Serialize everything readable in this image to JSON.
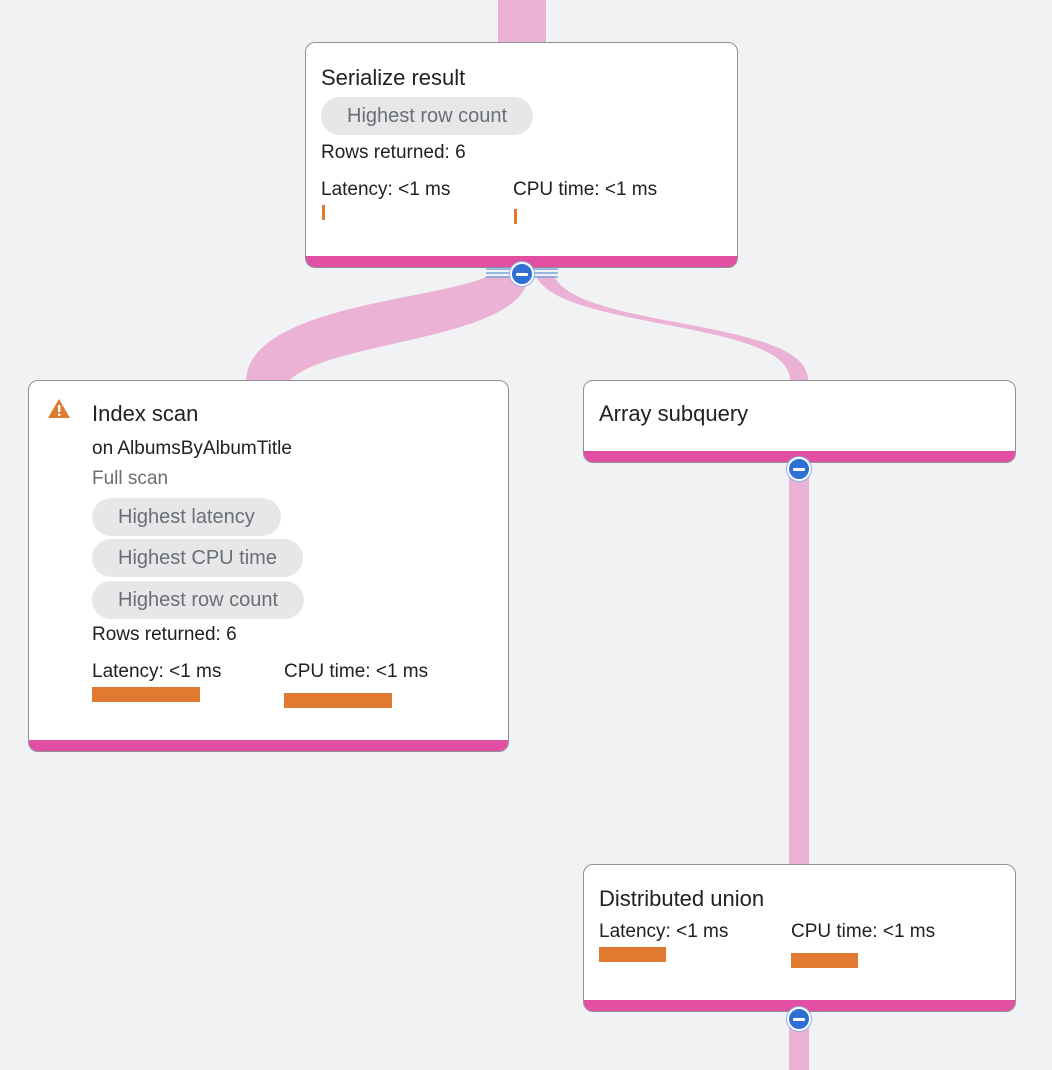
{
  "colors": {
    "edge": "#ecb2d6",
    "node_bar": "#e24ea1",
    "metric": "#e07a30",
    "collapse_button": "#2f6fd6",
    "warning": "#e07a30"
  },
  "nodes": {
    "serialize": {
      "title": "Serialize result",
      "chips": [
        "Highest row count"
      ],
      "rows_returned": "Rows returned: 6",
      "latency": "Latency: <1 ms",
      "cpu_time": "CPU time: <1 ms"
    },
    "index_scan": {
      "title": "Index scan",
      "on": "on AlbumsByAlbumTitle",
      "scan_type": "Full scan",
      "chips": [
        "Highest latency",
        "Highest CPU time",
        "Highest row count"
      ],
      "rows_returned": "Rows returned: 6",
      "latency": "Latency: <1 ms",
      "cpu_time": "CPU time: <1 ms",
      "icon": "warning-icon"
    },
    "array_subquery": {
      "title": "Array subquery"
    },
    "distributed_union": {
      "title": "Distributed union",
      "latency": "Latency: <1 ms",
      "cpu_time": "CPU time: <1 ms"
    }
  }
}
